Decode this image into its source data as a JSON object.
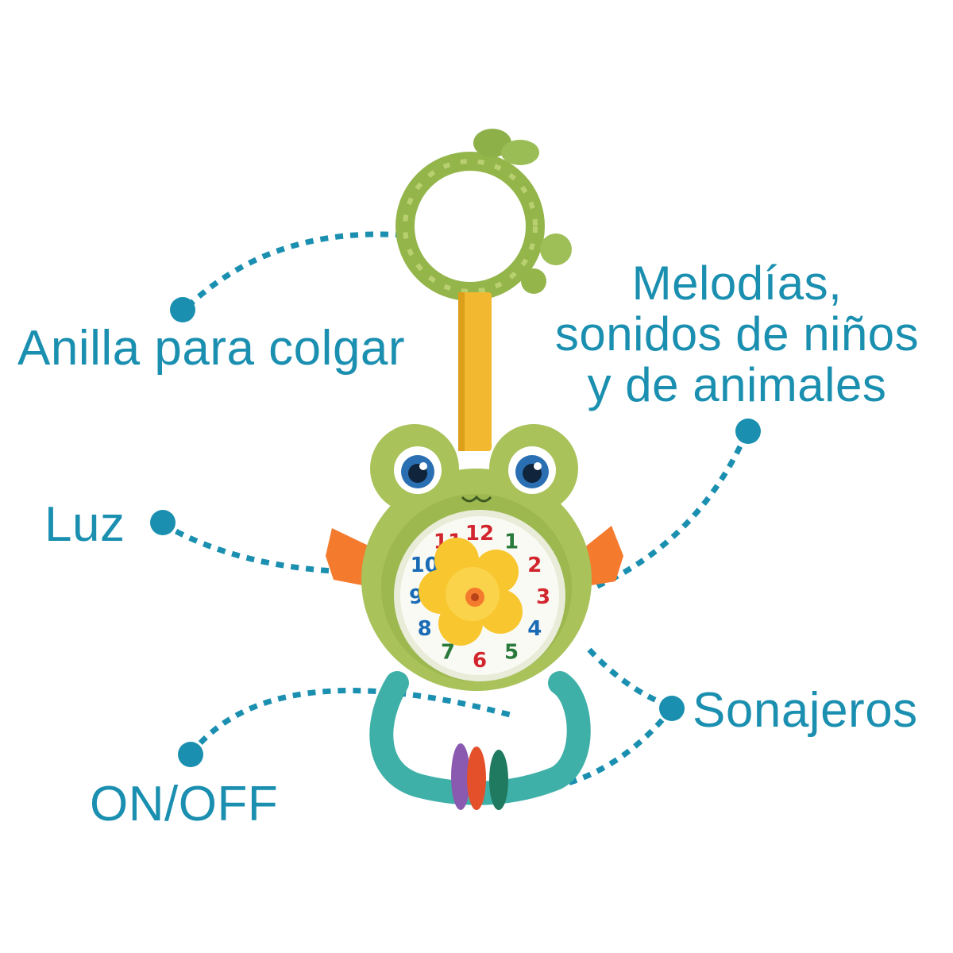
{
  "labels": {
    "ring": "Anilla para colgar",
    "sounds_line1": "Melodías,",
    "sounds_line2": "sonidos de niños",
    "sounds_line3": "y de animales",
    "light": "Luz",
    "rattles": "Sonajeros",
    "power": "ON/OFF"
  },
  "clock_numbers": [
    "12",
    "1",
    "2",
    "3",
    "4",
    "5",
    "6",
    "7",
    "8",
    "9",
    "10",
    "11"
  ],
  "colors": {
    "label_text": "#1a8fb0",
    "leader_line": "#1a8fb0",
    "toy_body": "#a9c25a",
    "toy_ring": "#93b54a",
    "strap": "#f1b830",
    "fins": "#f47a2e",
    "teether": "#3fb0a8",
    "flower_button": "#f8c62e",
    "clock_face": "#fafaf4"
  }
}
